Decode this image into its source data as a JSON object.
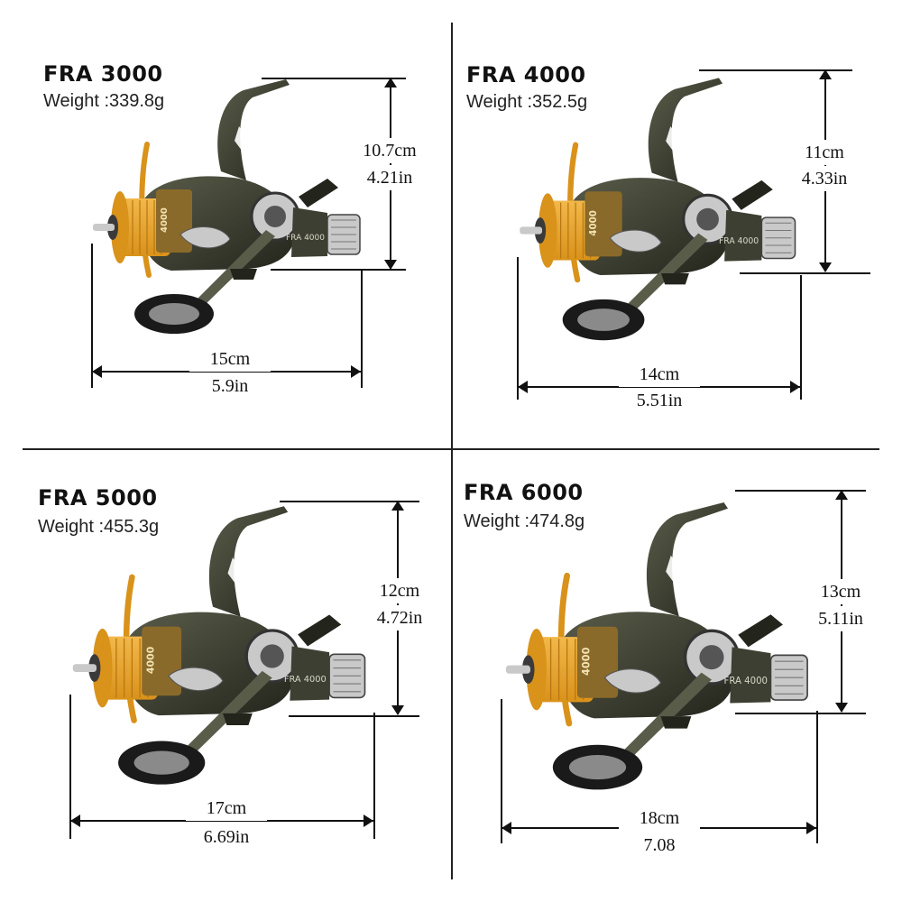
{
  "products": [
    {
      "model": "FRA 3000",
      "weight": "Weight :339.8g",
      "height_cm": "10.7cm",
      "height_in": "4.21in",
      "width_cm": "15cm",
      "width_in": "5.9in",
      "reel_label": "FRA 4000",
      "spool_label": "4000"
    },
    {
      "model": "FRA 4000",
      "weight": "Weight :352.5g",
      "height_cm": "11cm",
      "height_in": "4.33in",
      "width_cm": "14cm",
      "width_in": "5.51in",
      "reel_label": "FRA 4000",
      "spool_label": "4000"
    },
    {
      "model": "FRA 5000",
      "weight": "Weight :455.3g",
      "height_cm": "12cm",
      "height_in": "4.72in",
      "width_cm": "17cm",
      "width_in": "6.69in",
      "reel_label": "FRA 4000",
      "spool_label": "4000"
    },
    {
      "model": "FRA 6000",
      "weight": "Weight :474.8g",
      "height_cm": "13cm",
      "height_in": "5.11in",
      "width_cm": "18cm",
      "width_in": "7.08",
      "reel_label": "FRA 4000",
      "spool_label": "4000"
    }
  ],
  "colors": {
    "reel_body": "#3d3f32",
    "reel_dark": "#23251c",
    "spool_gold": "#d9921a",
    "spool_gold_light": "#f2b84a",
    "chrome": "#c9c9c9",
    "handle_knob": "#1a1a1a"
  }
}
